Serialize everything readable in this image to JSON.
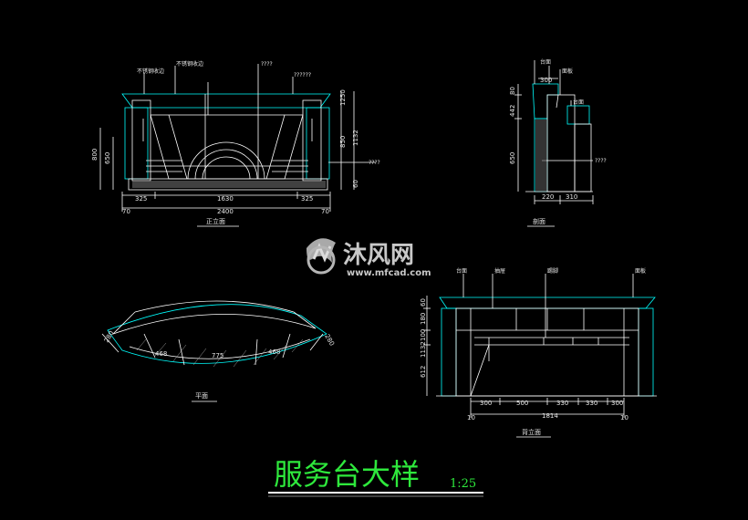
{
  "drawing_title": "服务台大样",
  "scale": "1:25",
  "watermark": {
    "brand": "沐风网",
    "url": "www.mfcad.com",
    "logo_icon": "mf-logo-icon"
  },
  "colors": {
    "background": "#000000",
    "outline": "#ffffff",
    "cyan": "#00ffff",
    "title": "#2ee83c"
  },
  "front_elevation": {
    "caption": "正立面",
    "callouts": [
      "不锈钢收边",
      "不锈钢收边",
      "????",
      "??????",
      "????"
    ],
    "top_dims": [
      "325",
      "1630",
      "325"
    ],
    "overall_dim": "2400",
    "edge_dims": [
      "70",
      "70"
    ],
    "left_dims": [
      "800",
      "650"
    ],
    "right_dims": [
      "1250",
      "850",
      "1132",
      "60"
    ]
  },
  "side_section": {
    "caption": "剖面",
    "callouts": [
      "台面",
      "面板",
      "台面",
      "????"
    ],
    "top_dims": [
      "300"
    ],
    "left_dims": [
      "80",
      "442",
      "650"
    ],
    "bottom_dims": [
      "220",
      "310"
    ]
  },
  "plan": {
    "caption": "平面",
    "dims": [
      "280",
      "468",
      "775",
      "468",
      "280"
    ]
  },
  "rear_elevation": {
    "caption": "背立面",
    "callouts": [
      "台面",
      "抽屉",
      "踢脚",
      "面板"
    ],
    "left_dims": [
      "1132",
      "60",
      "180",
      "100",
      "612"
    ],
    "bottom_dims": [
      "300",
      "500",
      "330",
      "330",
      "300"
    ],
    "overall_dim": "1814",
    "edge_dims": [
      "10",
      "10"
    ]
  }
}
